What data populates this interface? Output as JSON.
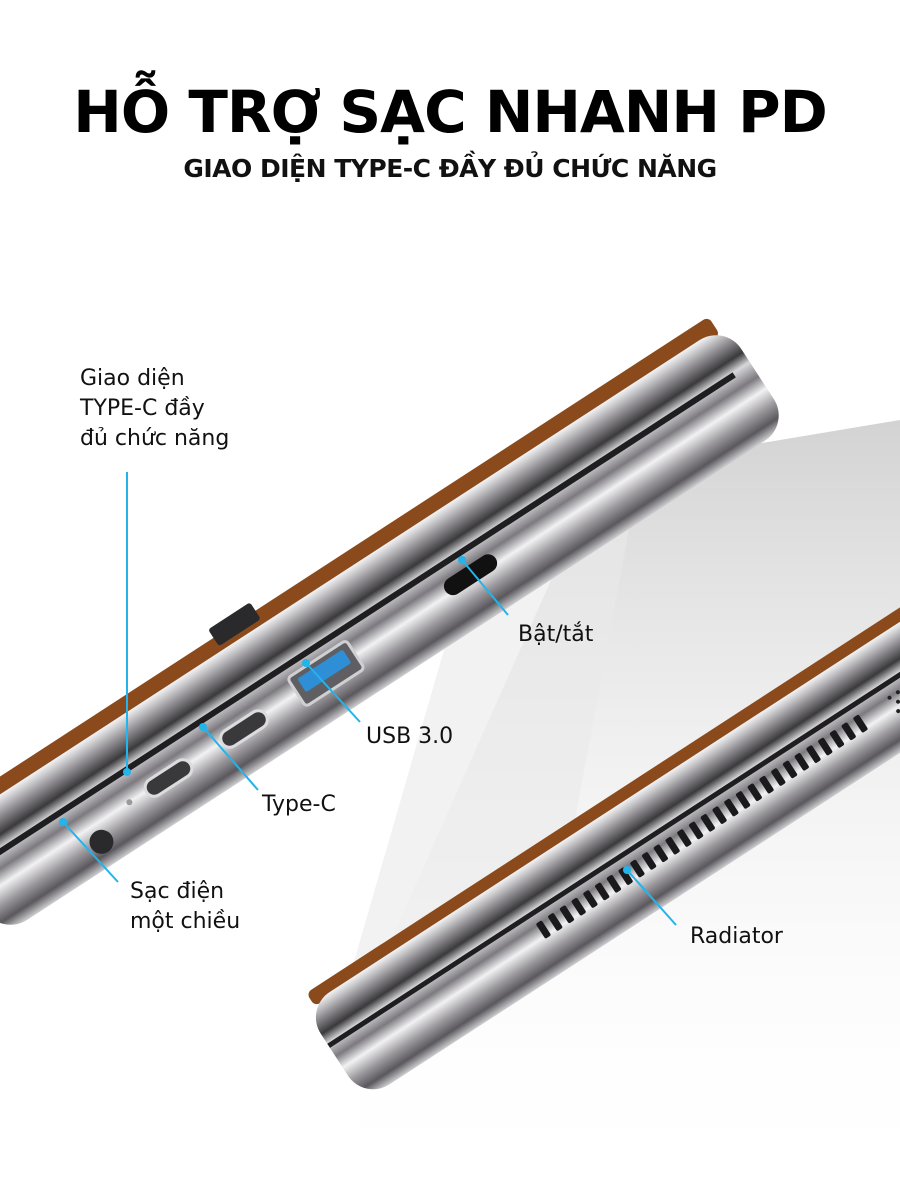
{
  "header": {
    "title": "HỖ TRỢ SẠC NHANH PD",
    "subtitle": "GIAO DIỆN TYPE-C ĐẦY ĐỦ CHỨC NĂNG"
  },
  "colors": {
    "callout_line": "#22b4ea",
    "text": "#111111",
    "leather": "#8a4a1c"
  },
  "callouts": {
    "typec_full": {
      "lines": [
        "Giao diện",
        "TYPE-C đầy",
        "đủ chức năng"
      ]
    },
    "power": {
      "label": "Bật/tắt"
    },
    "usb": {
      "label": "USB 3.0"
    },
    "typec": {
      "label": "Type-C"
    },
    "dc": {
      "lines": [
        "Sạc điện",
        "một chiều"
      ]
    },
    "radiator": {
      "label": "Radiator"
    }
  }
}
